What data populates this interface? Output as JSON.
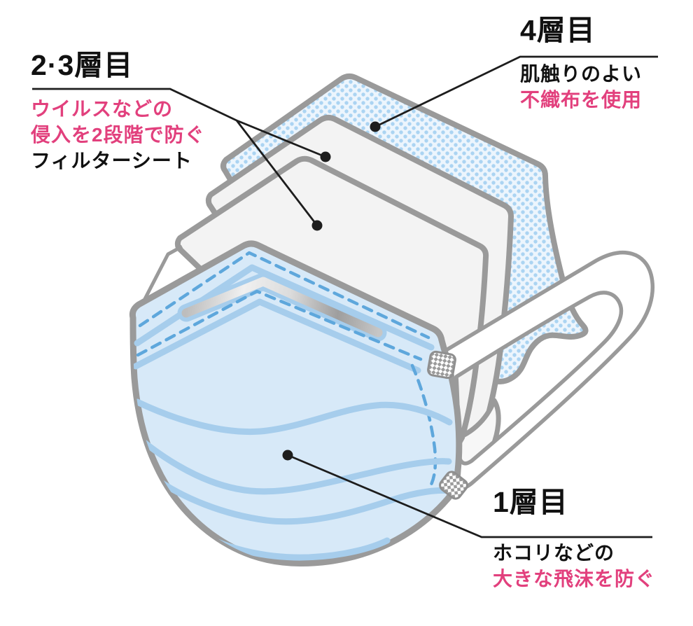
{
  "page": {
    "background": "#ffffff",
    "description": "Exploded diagram of a 4-layer disposable face mask with annotated layers"
  },
  "annotations": {
    "layer23": {
      "heading": "2·3層目",
      "lines": [
        {
          "text": "ウイルスなどの",
          "color": "#e2407d"
        },
        {
          "text": "侵入を2段階で防ぐ",
          "color": "#e2407d"
        },
        {
          "text": "フィルターシート",
          "color": "#111111"
        }
      ]
    },
    "layer4": {
      "heading": "4層目",
      "lines": [
        {
          "text": "肌触りのよい",
          "color": "#111111"
        },
        {
          "text": "不織布を使用",
          "color": "#e2407d"
        }
      ]
    },
    "layer1": {
      "heading": "1層目",
      "lines": [
        {
          "text": "ホコリなどの",
          "color": "#111111"
        },
        {
          "text": "大きな飛沫を防ぐ",
          "color": "#e2407d"
        }
      ]
    }
  },
  "illustration": {
    "colors": {
      "accent_pink": "#e2407d",
      "text_black": "#111111",
      "outline_gray": "#9a9a9a",
      "mask_blue": "#d7e9f8",
      "pleat_blue": "#a6cdec",
      "stitch_blue": "#5ea7dc",
      "dot_pattern_blue": "#abd4f2",
      "dot_background": "#ecf5fd",
      "sheet_white": "#f3f3f3",
      "leader_black": "#1d1d1d"
    }
  }
}
